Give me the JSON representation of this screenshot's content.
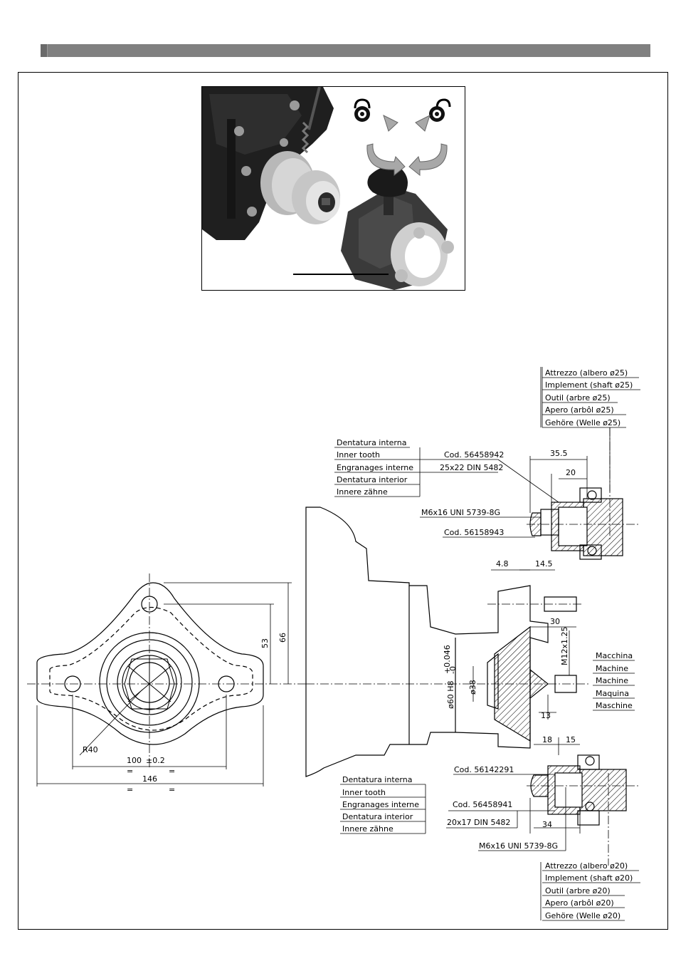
{
  "top_group": {
    "labels": [
      "Attrezzo (albero ø25)",
      "Implement (shaft ø25)",
      "Outil (arbre ø25)",
      "Apero (arbôl ø25)",
      "Gehöre (Welle ø25)"
    ],
    "inner_labels": [
      "Dentatura interna",
      "Inner tooth",
      "Engranages interne",
      "Dentatura interior",
      "Innere zähne"
    ],
    "code_1": "Cod. 56458942",
    "spline_1": "25x22 DIN 5482",
    "screw_1": "M6x16 UNI 5739-8G",
    "code_2": "Cod. 56158943",
    "dim_35_5": "35.5",
    "dim_20": "20",
    "dim_4_8": "4.8",
    "dim_14_5": "14.5"
  },
  "front_view": {
    "dim_53": "53",
    "dim_66": "66",
    "r40": "R40",
    "dim_100": "100",
    "tol_100": "±0.2",
    "dim_146": "146",
    "eq": "="
  },
  "section_view": {
    "dim_30": "30",
    "thread": "M12x1.25",
    "bore": "ø60 H8",
    "tol_upper": "+0.046",
    "tol_lower": "-0",
    "dim_38": "ø38",
    "dim_13": "13",
    "machine_labels": [
      "Macchina",
      "Machine",
      "Machine",
      "Maquina",
      "Maschine"
    ],
    "dim_18": "18",
    "dim_15": "15"
  },
  "bottom_group": {
    "code_3": "Cod. 56142291",
    "inner_labels": [
      "Dentatura interna",
      "Inner tooth",
      "Engranages interne",
      "Dentatura interior",
      "Innere zähne"
    ],
    "code_4": "Cod. 56458941",
    "spline_2": "20x17 DIN 5482",
    "dim_34": "34",
    "screw_2": "M6x16 UNI 5739-8G",
    "labels": [
      "Attrezzo (albero ø20)",
      "Implement (shaft ø20)",
      "Outil (arbre ø20)",
      "Apero (arbôl ø20)",
      "Gehöre (Welle ø20)"
    ]
  },
  "colors": {
    "header_bar": "#808080",
    "photo_dark": "#222222",
    "photo_metal": "#bdbdbd",
    "arrow_gray": "#a8a8a8"
  },
  "icons": [
    "lock-closed-icon",
    "lock-open-icon",
    "rotate-arrow-icon"
  ]
}
